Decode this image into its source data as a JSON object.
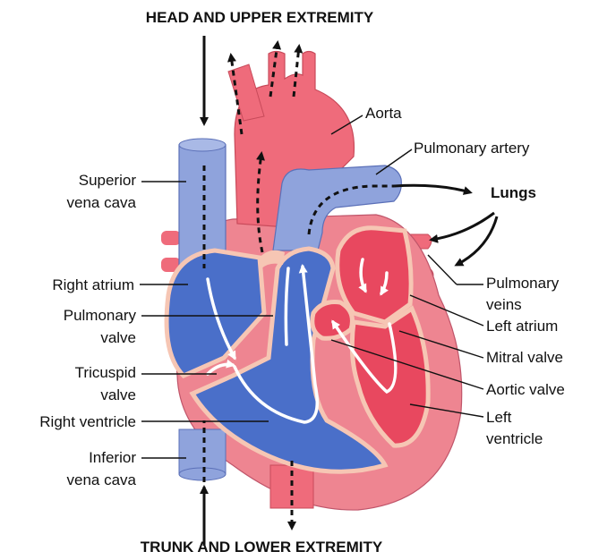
{
  "headers": {
    "top": "HEAD AND UPPER EXTREMITY",
    "bottom": "TRUNK AND LOWER EXTREMITY",
    "lungs": "Lungs"
  },
  "labels": {
    "aorta": "Aorta",
    "pulmonary_artery": "Pulmonary artery",
    "superior_vena_cava_1": "Superior",
    "superior_vena_cava_2": "vena cava",
    "right_atrium": "Right atrium",
    "pulmonary_valve_1": "Pulmonary",
    "pulmonary_valve_2": "valve",
    "tricuspid_valve_1": "Tricuspid",
    "tricuspid_valve_2": "valve",
    "right_ventricle": "Right ventricle",
    "inferior_vena_cava_1": "Inferior",
    "inferior_vena_cava_2": "vena cava",
    "pulmonary_veins_1": "Pulmonary",
    "pulmonary_veins_2": "veins",
    "left_atrium": "Left atrium",
    "mitral_valve": "Mitral valve",
    "aortic_valve": "Aortic valve",
    "left_ventricle_1": "Left",
    "left_ventricle_2": "ventricle"
  },
  "colors": {
    "deoxygenated": "#4a6fc9",
    "oxygenated": "#e8485f",
    "muscle": "#ee8591",
    "vessel_blue": "#8fa3dc",
    "vessel_red": "#ef6b7b",
    "valve_tissue": "#f6c6b4"
  }
}
